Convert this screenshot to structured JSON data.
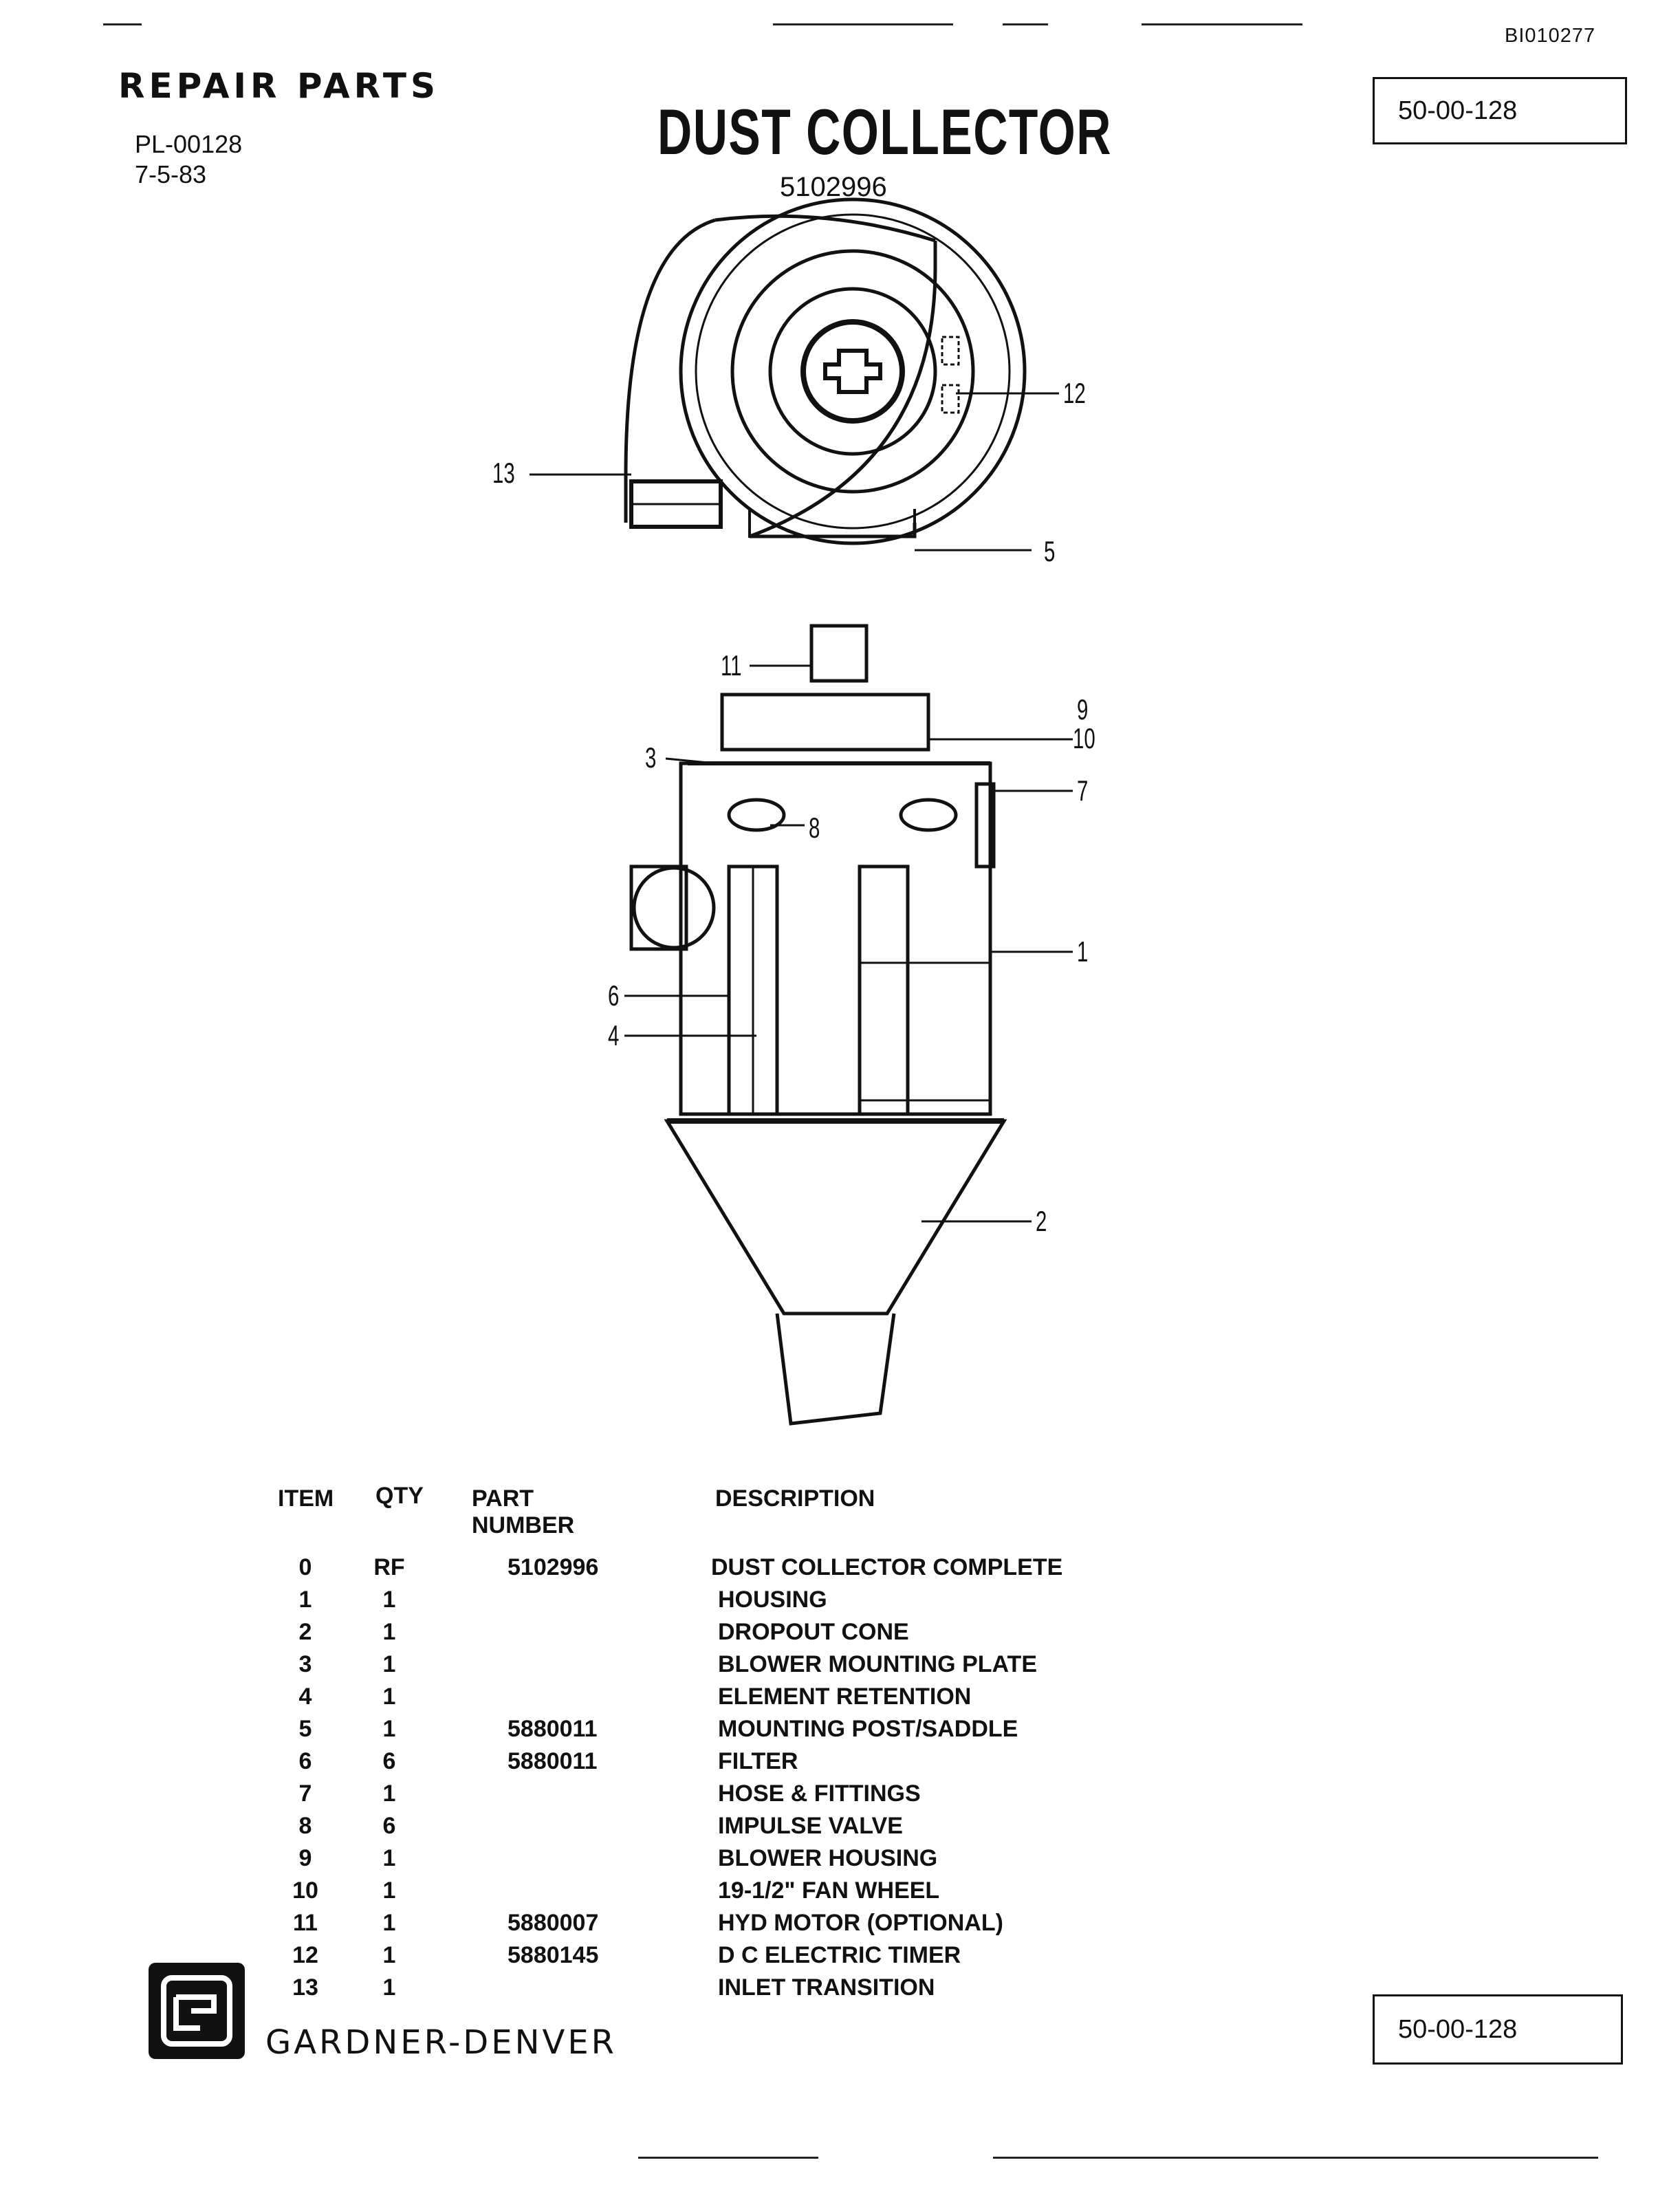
{
  "header": {
    "doc_id": "BI010277",
    "section": "REPAIR PARTS",
    "pl_number": "PL-00128",
    "date": "7-5-83",
    "title": "DUST COLLECTOR",
    "model_number": "5102996",
    "page_ref": "50-00-128"
  },
  "diagram": {
    "top_view_callouts": [
      "12",
      "13",
      "5"
    ],
    "side_view_callouts": [
      "11",
      "9",
      "10",
      "3",
      "7",
      "8",
      "1",
      "6",
      "4",
      "2"
    ]
  },
  "parts_table": {
    "headers": [
      "ITEM",
      "QTY",
      "PART NUMBER",
      "DESCRIPTION"
    ],
    "rows": [
      {
        "item": "0",
        "qty": "RF",
        "part": "5102996",
        "desc": "DUST COLLECTOR COMPLETE"
      },
      {
        "item": "1",
        "qty": "1",
        "part": "",
        "desc": "HOUSING"
      },
      {
        "item": "2",
        "qty": "1",
        "part": "",
        "desc": "DROPOUT CONE"
      },
      {
        "item": "3",
        "qty": "1",
        "part": "",
        "desc": "BLOWER MOUNTING PLATE"
      },
      {
        "item": "4",
        "qty": "1",
        "part": "",
        "desc": "ELEMENT RETENTION"
      },
      {
        "item": "5",
        "qty": "1",
        "part": "5880011",
        "desc": "MOUNTING POST/SADDLE"
      },
      {
        "item": "6",
        "qty": "6",
        "part": "5880011",
        "desc": "FILTER"
      },
      {
        "item": "7",
        "qty": "1",
        "part": "",
        "desc": "HOSE & FITTINGS"
      },
      {
        "item": "8",
        "qty": "6",
        "part": "",
        "desc": "IMPULSE VALVE"
      },
      {
        "item": "9",
        "qty": "1",
        "part": "",
        "desc": "BLOWER HOUSING"
      },
      {
        "item": "10",
        "qty": "1",
        "part": "",
        "desc": "19-1/2\" FAN WHEEL"
      },
      {
        "item": "11",
        "qty": "1",
        "part": "5880007",
        "desc": "HYD MOTOR (OPTIONAL)"
      },
      {
        "item": "12",
        "qty": "1",
        "part": "5880145",
        "desc": "D C ELECTRIC TIMER"
      },
      {
        "item": "13",
        "qty": "1",
        "part": "",
        "desc": "INLET TRANSITION"
      }
    ]
  },
  "footer": {
    "brand": "GARDNER-DENVER",
    "logo_icon": "gardner-denver-logo-icon",
    "page_ref": "50-00-128"
  }
}
